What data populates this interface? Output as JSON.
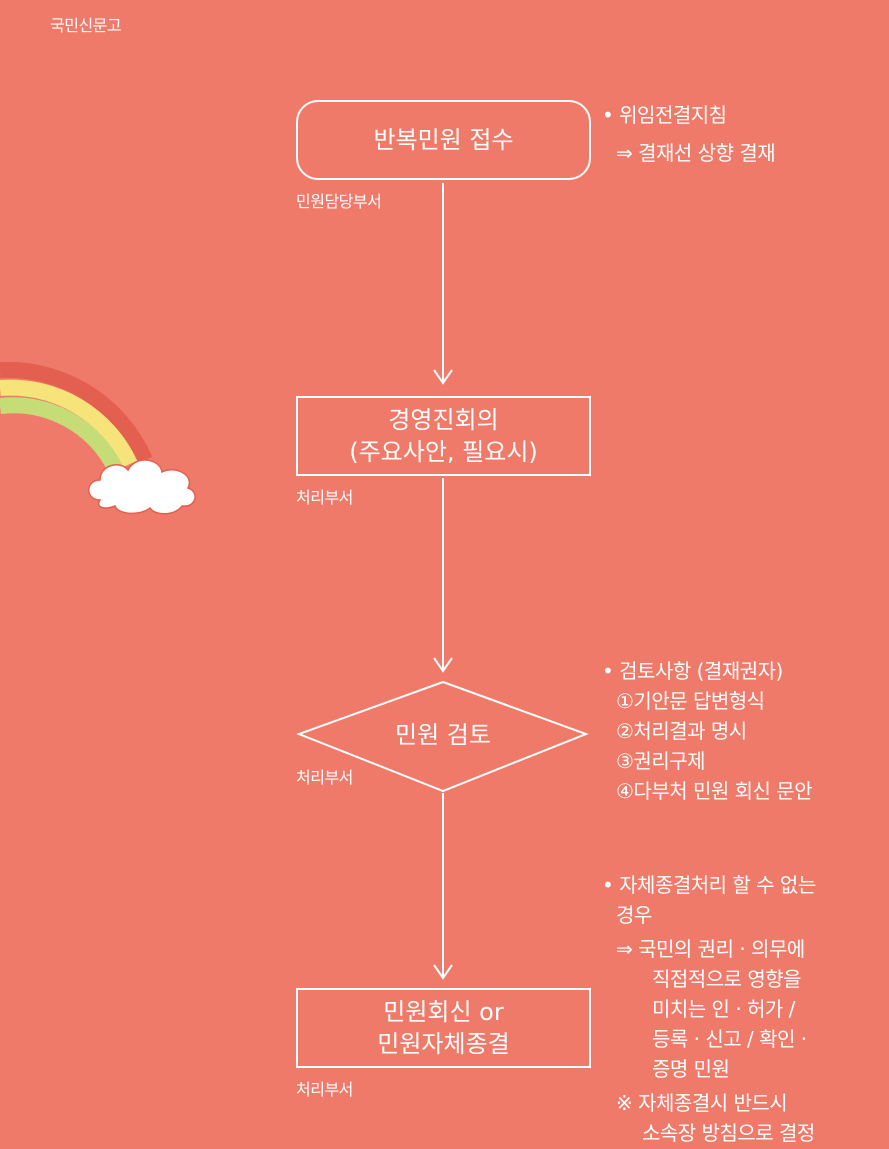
{
  "header": {
    "title": "국민신문고"
  },
  "flow": {
    "nodes": [
      {
        "id": "receive",
        "shape": "rounded-rect",
        "text": "반복민원 접수",
        "dept": "민원담당부서"
      },
      {
        "id": "meeting",
        "shape": "rect",
        "text": "경영진회의\n(주요사안, 필요시)",
        "dept": "처리부서"
      },
      {
        "id": "review",
        "shape": "diamond",
        "text": "민원 검토",
        "dept": "처리부서"
      },
      {
        "id": "reply",
        "shape": "rect",
        "text": "민원회신 or\n민원자체종결",
        "dept": "처리부서"
      }
    ]
  },
  "notes": {
    "receive": {
      "bullet": "• 위임전결지침",
      "line": "⇒ 결재선 상향 결재"
    },
    "review": {
      "bullet": "• 검토사항 (결재권자)",
      "items": [
        "①기안문 답변형식",
        "②처리결과 명시",
        "③권리구제",
        "④다부처 민원 회신 문안"
      ]
    },
    "reply": {
      "bullet1": "• 자체종결처리 할 수 없는",
      "bullet1_cont": "경우",
      "arrow_line": "⇒ 국민의 권리 · 의무에",
      "arrow_cont": [
        "직접적으로 영향을",
        "미치는 인 · 허가 /",
        "등록 · 신고 / 확인 ·",
        "증명 민원"
      ],
      "remark1": "※ 자체종결시 반드시",
      "remark_cont": "소속장 방침으로 결정"
    }
  },
  "colors": {
    "background": "#f07a69",
    "line": "#ffffff"
  }
}
